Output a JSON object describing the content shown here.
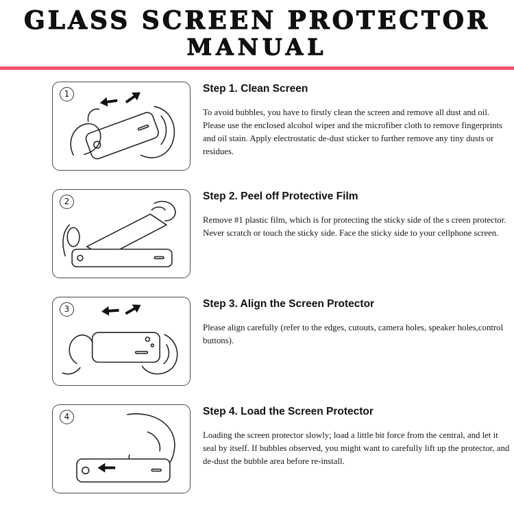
{
  "accent_color": "#ef5368",
  "title": {
    "line1": "GLASS SCREEN PROTECTOR",
    "line2": "MANUAL"
  },
  "steps": [
    {
      "number": "1",
      "heading": "Step 1. Clean Screen",
      "body": "To avoid bubbles, you have to firstly clean the screen and remove all dust and oil. Please use the enclosed alcohol wiper and the microfiber cloth to remove fingerprints and oil stain. Apply electrostatic de-dust sticker to further remove any tiny dusts or residues.",
      "illustration": "hands-cleaning-phone"
    },
    {
      "number": "2",
      "heading": "Step 2. Peel off Protective Film",
      "body": "Remove #1 plastic film, which is for protecting the sticky side of the s creen protector. Never scratch or touch the sticky side. Face the sticky side to your cellphone screen.",
      "illustration": "peeling-film-from-phone"
    },
    {
      "number": "3",
      "heading": "Step 3. Align the Screen Protector",
      "body": "Please align carefully (refer to the edges, cutouts, camera holes, speaker holes,control buttons).",
      "illustration": "aligning-protector-on-phone"
    },
    {
      "number": "4",
      "heading": "Step 4. Load the Screen Protector",
      "body": "Loading the screen protector slowly; load a little bit force from the central, and let it seal by itself. If bubbles observed, you might want to carefully lift up the protector, and de-dust the bubble area before re-install.",
      "illustration": "pressing-protector-onto-phone"
    }
  ]
}
